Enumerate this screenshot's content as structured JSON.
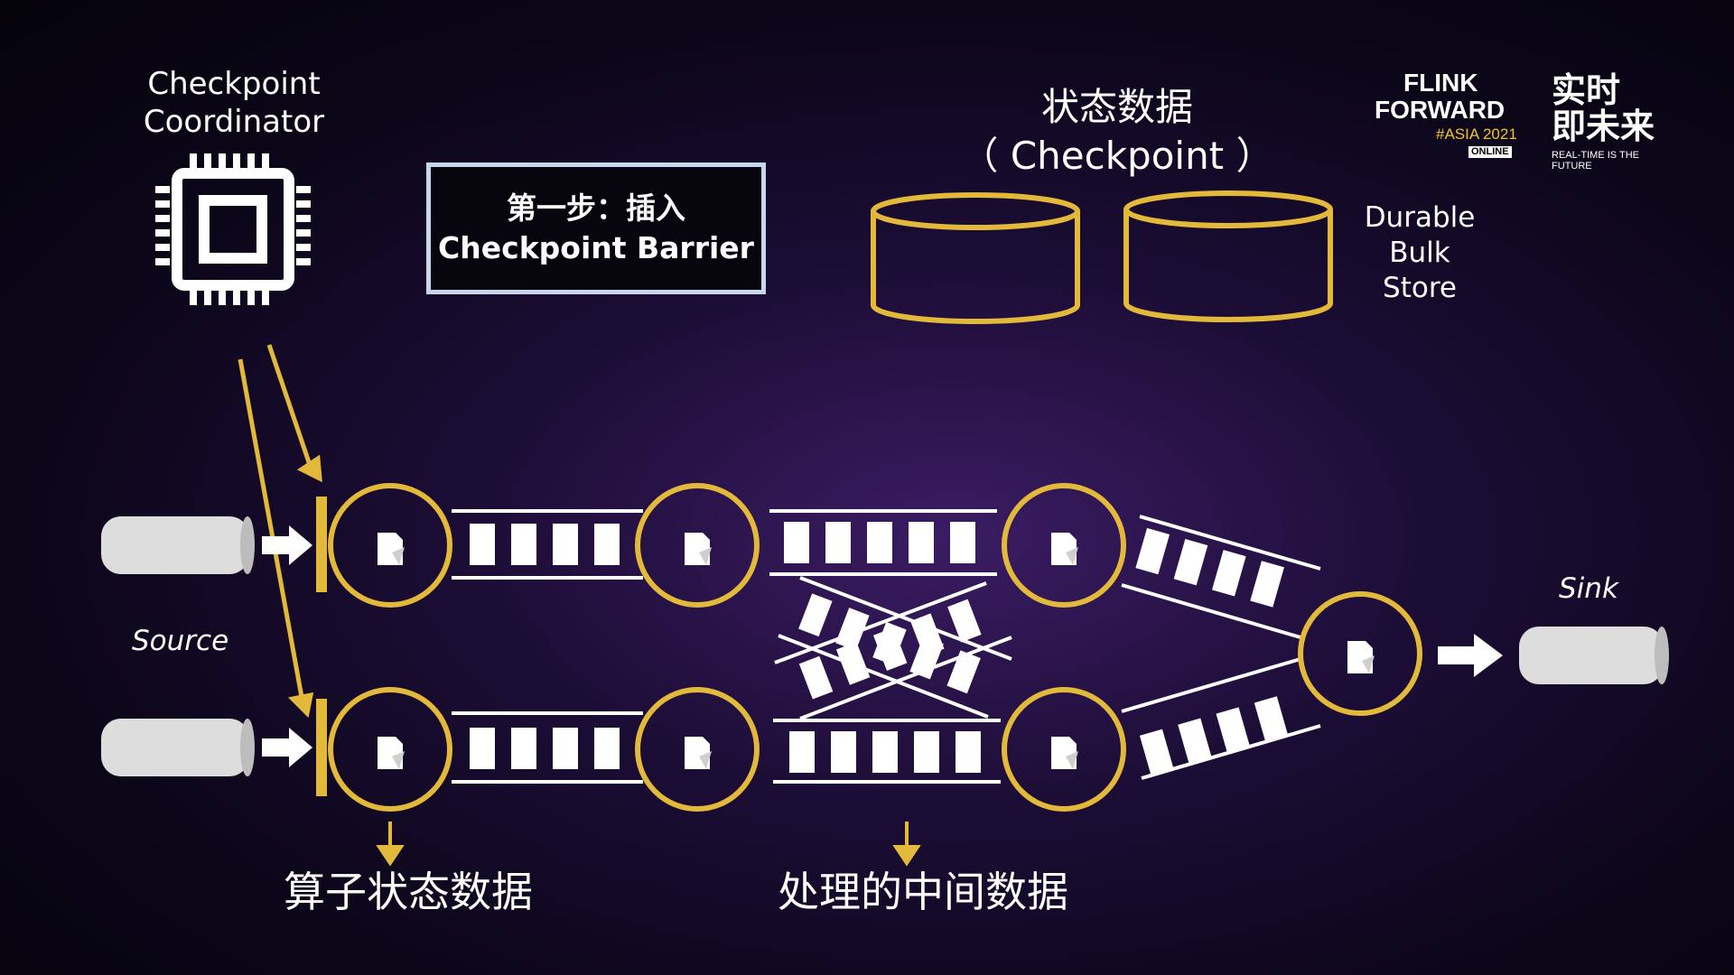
{
  "coordinator": {
    "title_line1": "Checkpoint",
    "title_line2": "Coordinator",
    "icon": "chip-icon"
  },
  "step": {
    "line1": "第一步：插入",
    "line2": "Checkpoint Barrier"
  },
  "state_store": {
    "title_line1": "状态数据",
    "title_line2": "（ Checkpoint ）",
    "label_line1": "Durable",
    "label_line2": "Bulk",
    "label_line3": "Store"
  },
  "labels": {
    "source": "Source",
    "sink": "Sink",
    "operator_state": "算子状态数据",
    "intermediate": "处理的中间数据"
  },
  "logo": {
    "line1": "FLINK",
    "line2": "FORWARD",
    "line3": "#ASIA 2021",
    "badge": "ONLINE",
    "slogan_line1": "实时",
    "slogan_line2": "即未来",
    "slogan_en": "REAL-TIME IS THE FUTURE"
  },
  "colors": {
    "accent": "#e2b93b",
    "white": "#ffffff",
    "box_border": "#c9d6f0",
    "store": "#e2b93b",
    "source": "#dddddd"
  }
}
